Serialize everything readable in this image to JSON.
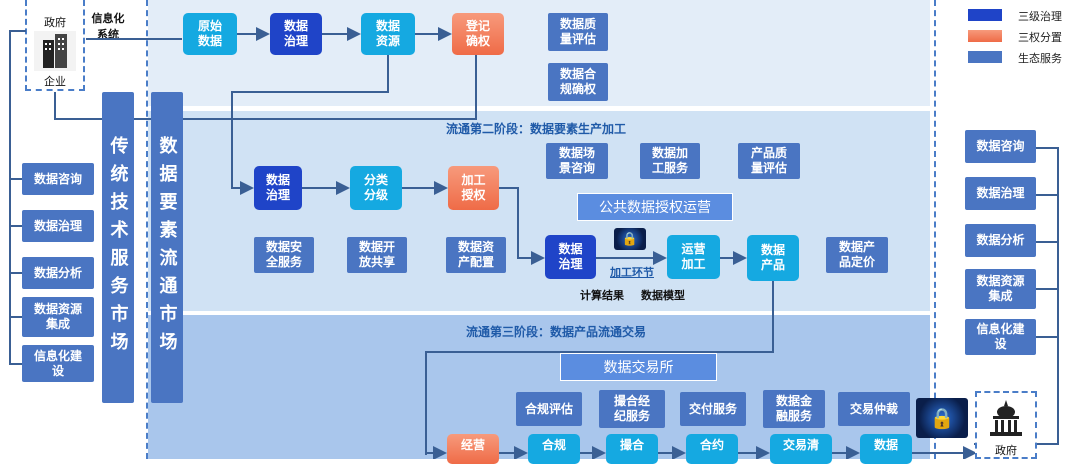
{
  "stages": {
    "stage2_title": "流通第二阶段：数据要素生产加工",
    "stage3_title": "流通第三阶段：数据产品流通交易"
  },
  "left_panel": {
    "gov_label": "政府",
    "ent_label": "企业",
    "info_system_label": "信息化\n系统",
    "services": [
      "数据咨询",
      "数据治理",
      "数据分析",
      "数据资源\n集成",
      "信息化建\n设"
    ],
    "traditional_market": "传统技术服务市场",
    "element_market": "数据要素流通市场"
  },
  "right_panel": {
    "services": [
      "数据咨询",
      "数据治理",
      "数据分析",
      "数据资源\n集成",
      "信息化建\n设"
    ],
    "gov_label": "政府"
  },
  "legend": [
    {
      "label": "三级治理",
      "color": "#1f44c8"
    },
    {
      "label": "三权分置",
      "color": "#f07a57"
    },
    {
      "label": "生态服务",
      "color": "#4a75c2"
    }
  ],
  "stage1": {
    "raw_data": "原始\n数据",
    "governance": "数据\n治理",
    "resource": "数据\n资源",
    "register": "登记\n确权",
    "quality_eval": "数据质\n量评估",
    "compliance_confirm": "数据合\n规确权"
  },
  "stage2": {
    "governance": "数据\n治理",
    "classify": "分类\n分级",
    "process_auth": "加工\n授权",
    "scenario_consult": "数据场\n景咨询",
    "processing_service": "数据加\n工服务",
    "product_quality": "产品质\n量评估",
    "security_service": "数据安\n全服务",
    "open_share": "数据开\n放共享",
    "asset_config": "数据资\n产配置",
    "public_auth_banner": "公共数据授权运营",
    "governance2": "数据\n治理",
    "processing_link": "加工环节",
    "ops_process": "运营\n加工",
    "data_product": "数据\n产品",
    "product_pricing": "数据产\n品定价",
    "calc_result": "计算结果",
    "data_model": "数据模型"
  },
  "stage3": {
    "exchange_banner": "数据交易所",
    "compliance_eval": "合规评估",
    "brokerage": "撮合经\n纪服务",
    "delivery": "交付服务",
    "finance": "数据金\n融服务",
    "arbitration": "交易仲裁",
    "operate": "经营",
    "compliance": "合规",
    "match": "撮合",
    "contract": "合约",
    "clearing": "交易清",
    "data": "数据"
  }
}
